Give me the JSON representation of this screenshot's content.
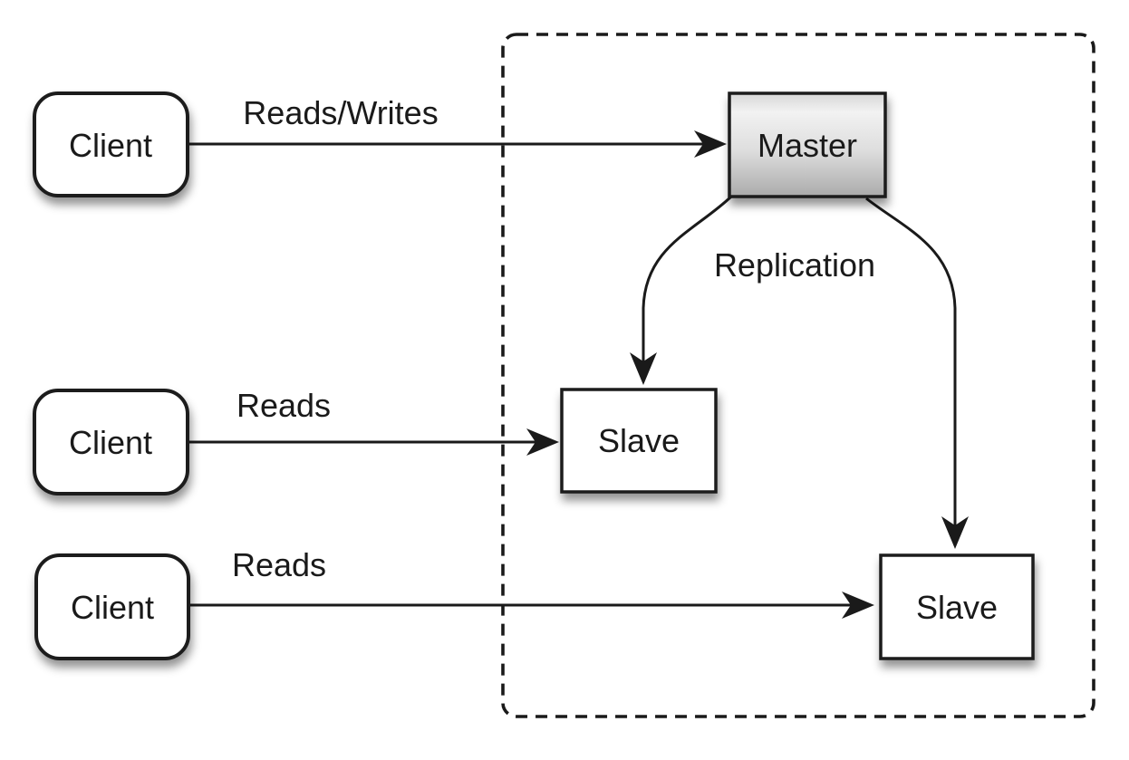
{
  "diagram": {
    "nodes": {
      "client1": {
        "label": "Client"
      },
      "client2": {
        "label": "Client"
      },
      "client3": {
        "label": "Client"
      },
      "master": {
        "label": "Master"
      },
      "slave1": {
        "label": "Slave"
      },
      "slave2": {
        "label": "Slave"
      }
    },
    "edges": {
      "client1_master": {
        "label": "Reads/Writes"
      },
      "client2_slave1": {
        "label": "Reads"
      },
      "client3_slave2": {
        "label": "Reads"
      },
      "master_slaves": {
        "label": "Replication"
      }
    },
    "colors": {
      "background": "#ffffff",
      "stroke": "#1a1a1a",
      "text": "#1a1a1a",
      "node_fill": "#ffffff",
      "master_fill_top": "#d7d7d7",
      "master_fill_light": "#f2f2f2",
      "master_fill_mid": "#dedede",
      "master_fill_bottom": "#ababab"
    }
  }
}
